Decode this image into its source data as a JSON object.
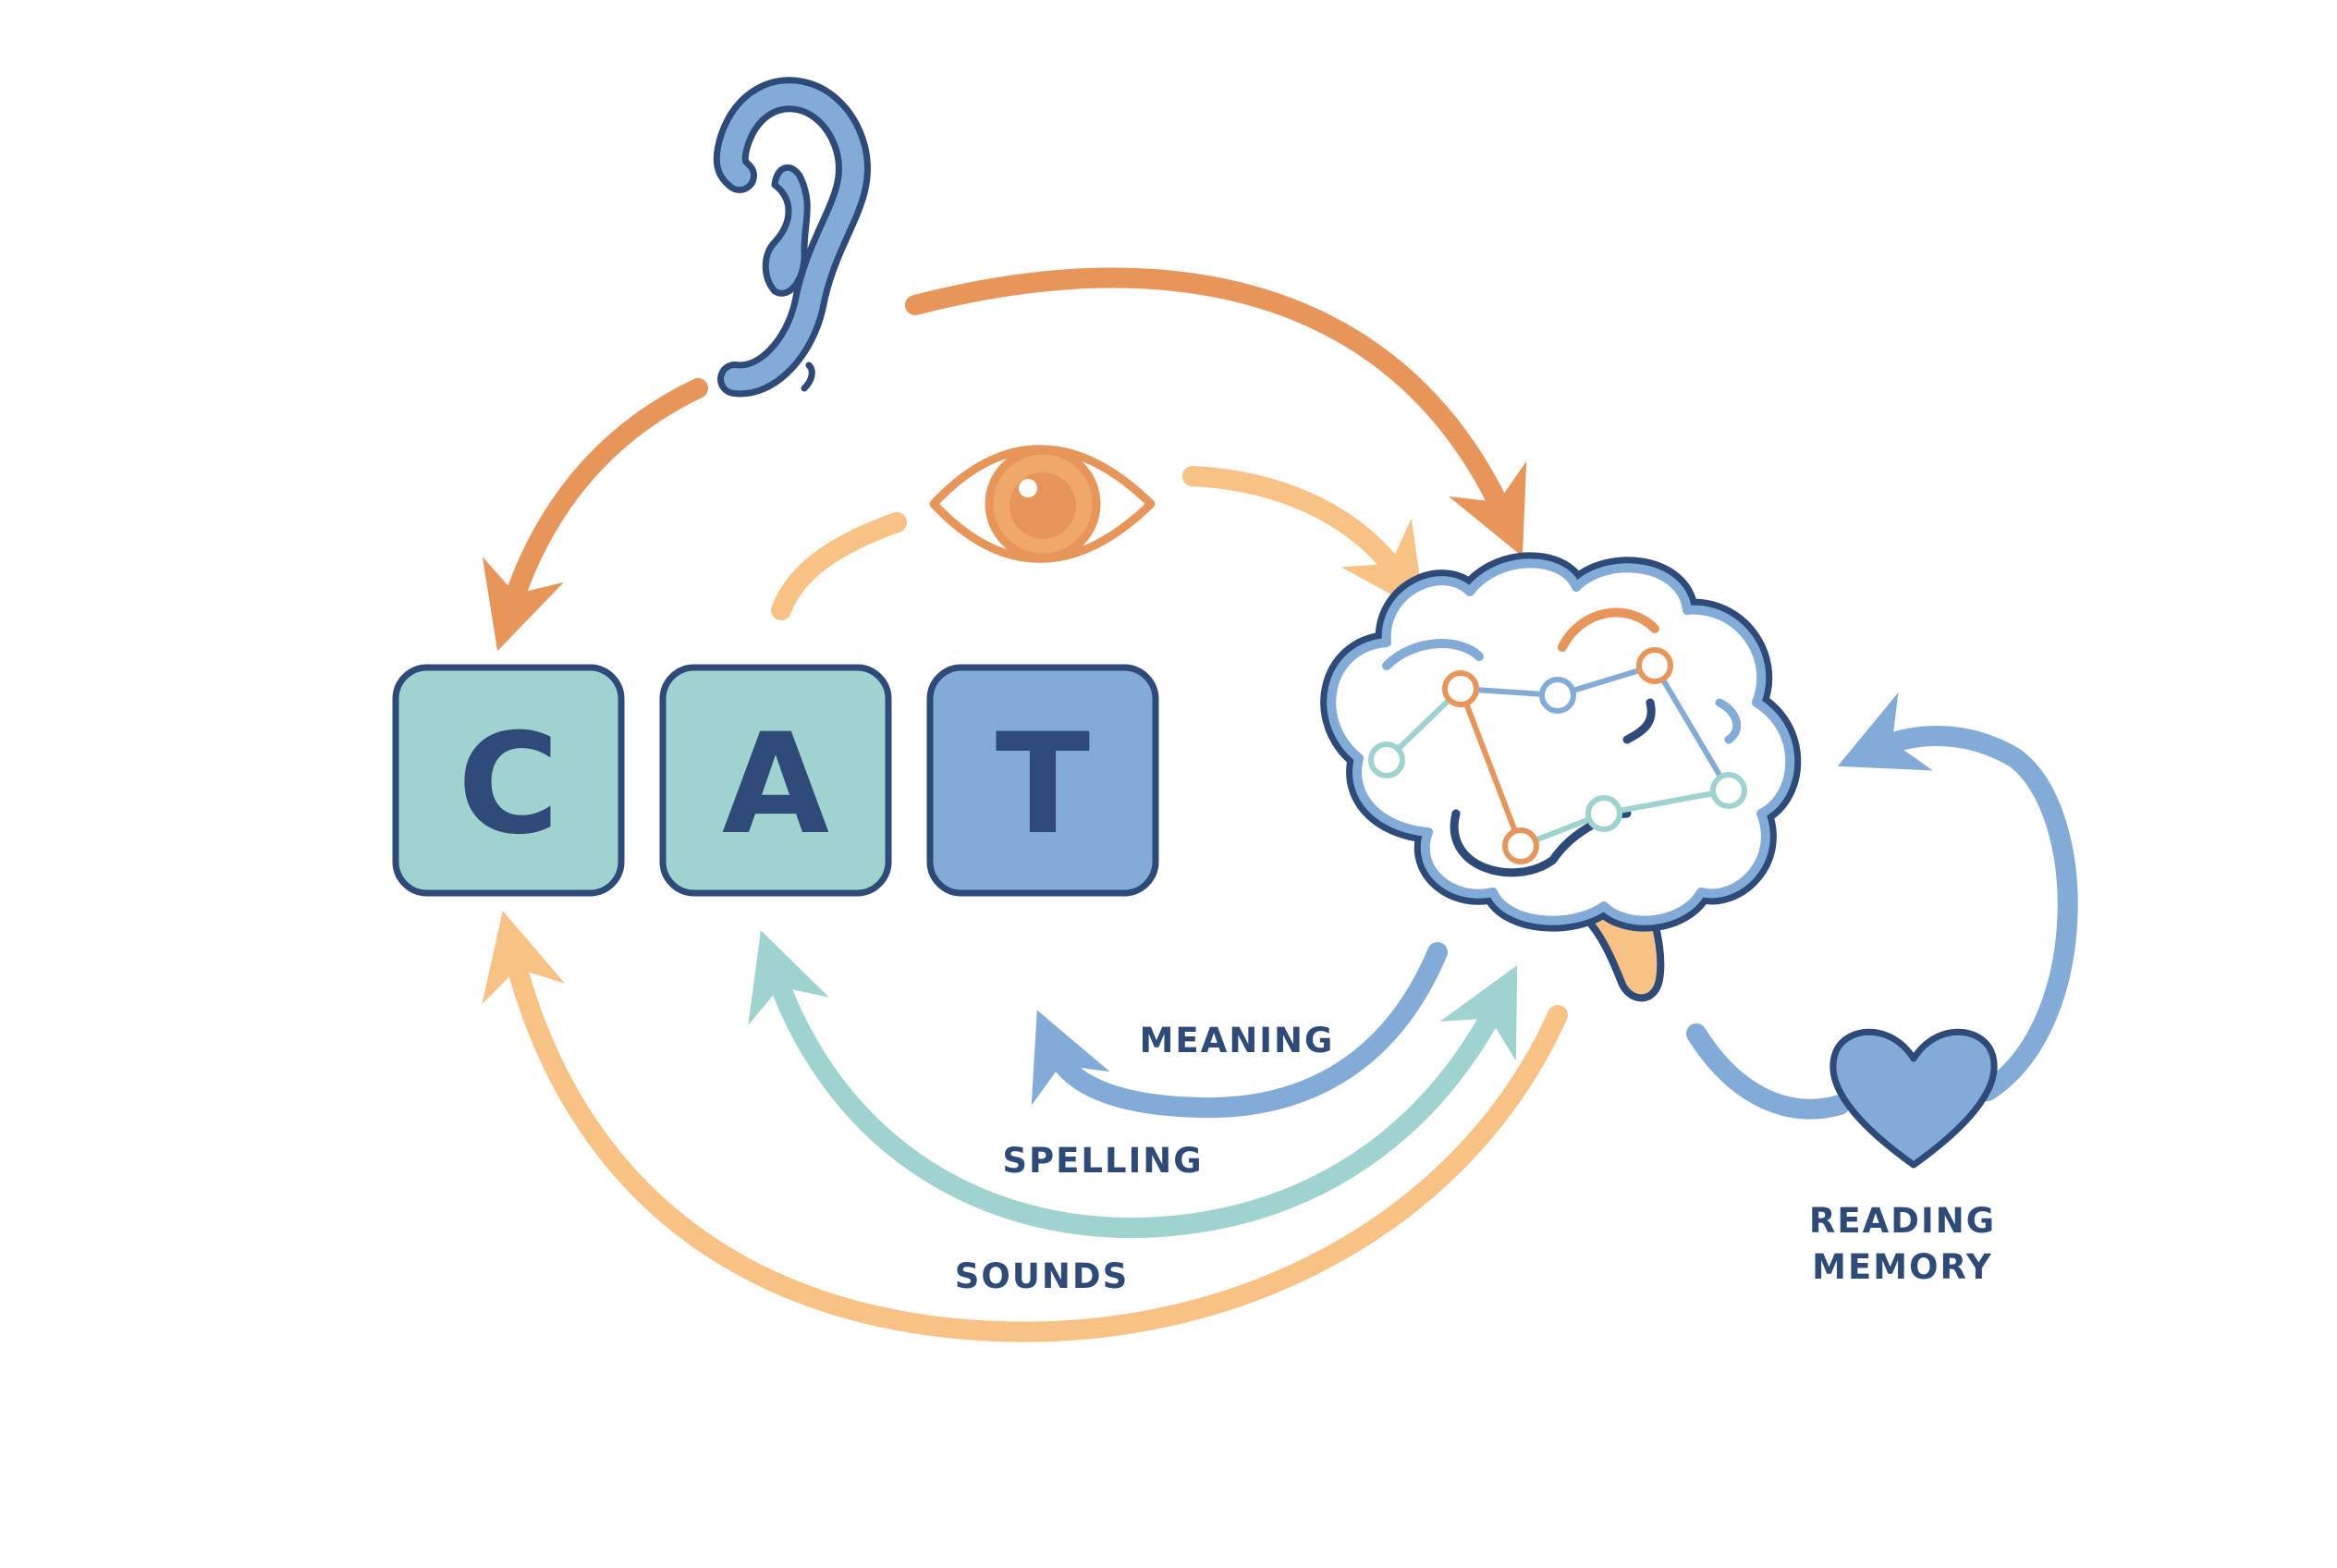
{
  "tiles": [
    {
      "letter": "C",
      "fill": "#9fd3cf"
    },
    {
      "letter": "A",
      "fill": "#9fd3cf"
    },
    {
      "letter": "T",
      "fill": "#82abd8"
    }
  ],
  "labels": {
    "meaning": "MEANING",
    "spelling": "SPELLING",
    "sounds": "SOUNDS",
    "reading_memory_line1": "READING",
    "reading_memory_line2": "MEMORY"
  },
  "icons": [
    "ear-icon",
    "eye-icon",
    "brain-icon",
    "heart-icon"
  ],
  "colors": {
    "navy": "#2e4a78",
    "orange": "#e8955a",
    "light_orange": "#f9c285",
    "teal": "#9fd3cf",
    "blue": "#82abd8"
  }
}
